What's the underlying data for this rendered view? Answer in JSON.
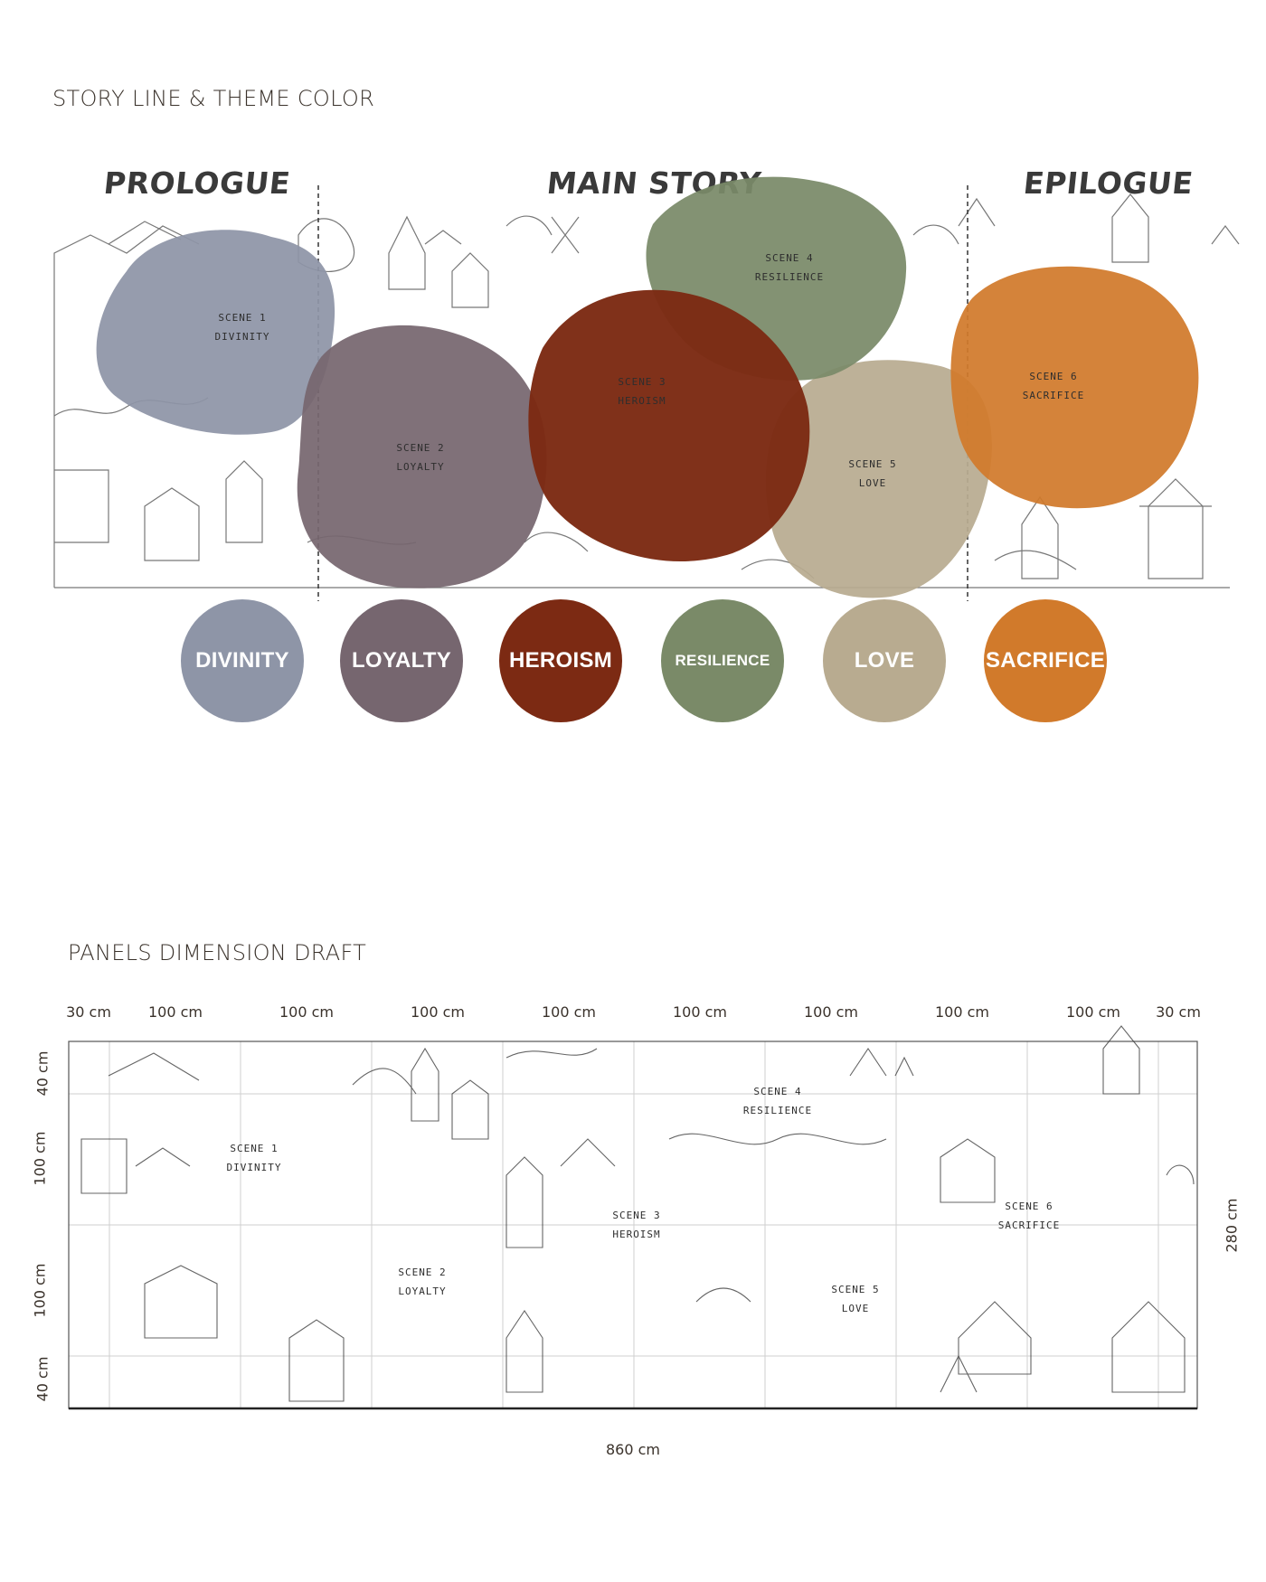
{
  "sections": {
    "story_title": "STORY LINE & THEME COLOR",
    "dimension_title": "PANELS DIMENSION DRAFT"
  },
  "acts": {
    "prologue": "PROLOGUE",
    "main": "MAIN STORY",
    "epilogue": "EPILOGUE"
  },
  "scenes": [
    {
      "label": "SCENE 1",
      "theme": "DIVINITY",
      "color": "#8e95a7"
    },
    {
      "label": "SCENE 2",
      "theme": "LOYALTY",
      "color": "#76666f"
    },
    {
      "label": "SCENE 3",
      "theme": "HEROISM",
      "color": "#7c2a13"
    },
    {
      "label": "SCENE 4",
      "theme": "RESILIENCE",
      "color": "#7a8a68"
    },
    {
      "label": "SCENE 5",
      "theme": "LOVE",
      "color": "#b8ab90"
    },
    {
      "label": "SCENE 6",
      "theme": "SACRIFICE",
      "color": "#d17a2b"
    }
  ],
  "swatches": [
    "DIVINITY",
    "LOYALTY",
    "HEROISM",
    "RESILIENCE",
    "LOVE",
    "SACRIFICE"
  ],
  "dimensions": {
    "top": [
      "30 cm",
      "100 cm",
      "100 cm",
      "100 cm",
      "100 cm",
      "100 cm",
      "100 cm",
      "100 cm",
      "100 cm",
      "30 cm"
    ],
    "left": [
      "40 cm",
      "100 cm",
      "100 cm",
      "40 cm"
    ],
    "right": "280 cm",
    "total": "860 cm"
  }
}
